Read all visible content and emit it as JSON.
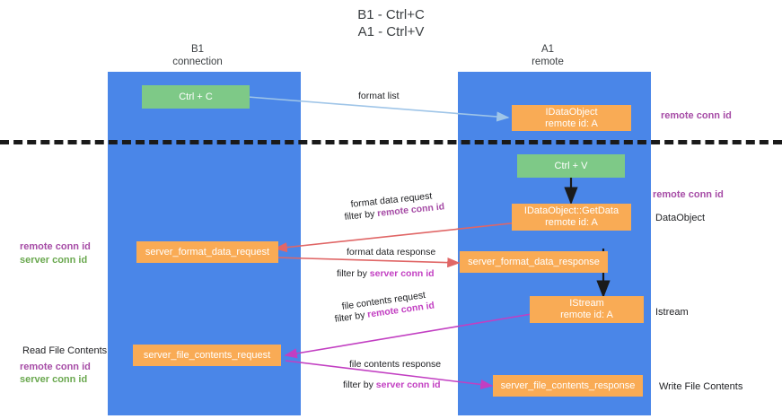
{
  "title": {
    "line1": "B1 - Ctrl+C",
    "line2": "A1 - Ctrl+V"
  },
  "columns": [
    {
      "name": "B1",
      "role": "connection"
    },
    {
      "name": "A1",
      "role": "remote"
    }
  ],
  "colors": {
    "lane": "#4a86e8",
    "action_box": "#7ec987",
    "message_box": "#f9ab55",
    "remote_conn_id": "#a64ca6",
    "server_conn_id": "#6aa84f",
    "arrow_format_list": "#9fc5e8",
    "arrow_format_data": "#e06666",
    "arrow_file_contents": "#c23fc2",
    "arrow_black": "#1a1a1a",
    "divider": "#1a1a1a"
  },
  "nodes": {
    "ctrl_c": {
      "label": "Ctrl + C"
    },
    "ctrl_v": {
      "label": "Ctrl + V"
    },
    "idataobject": {
      "title": "IDataObject",
      "subtitle": "remote id: A"
    },
    "getdata": {
      "title": "IDataObject::GetData",
      "subtitle": "remote id: A"
    },
    "istream": {
      "title": "IStream",
      "subtitle": "remote id: A"
    },
    "server_format_data_request": {
      "label": "server_format_data_request"
    },
    "server_format_data_response": {
      "label": "server_format_data_response"
    },
    "server_file_contents_request": {
      "label": "server_file_contents_request"
    },
    "server_file_contents_response": {
      "label": "server_file_contents_response"
    }
  },
  "edge_labels": {
    "format_list": "format list",
    "format_data_request": "format data request",
    "format_data_request_filter_prefix": "filter by ",
    "format_data_request_filter_key": "remote conn id",
    "format_data_response": "format data response",
    "format_data_response_filter_prefix": "filter by ",
    "format_data_response_filter_key": "server conn id",
    "file_contents_request": "file contents request",
    "file_contents_request_filter_prefix": "filter by ",
    "file_contents_request_filter_key": "remote conn id",
    "file_contents_response": "file contents response",
    "file_contents_response_filter_prefix": "filter by ",
    "file_contents_response_filter_key": "server conn id"
  },
  "annotations": {
    "right_remote_conn_id_top": "remote conn id",
    "right_remote_conn_id_mid": "remote conn id",
    "right_dataobject": "DataObject",
    "right_istream": "Istream",
    "right_write_file_contents": "Write File Contents",
    "left_remote_conn_id": "remote conn id",
    "left_server_conn_id": "server conn id",
    "left_read_file_contents": "Read File Contents",
    "left_remote_conn_id_2": "remote conn id",
    "left_server_conn_id_2": "server conn id"
  }
}
